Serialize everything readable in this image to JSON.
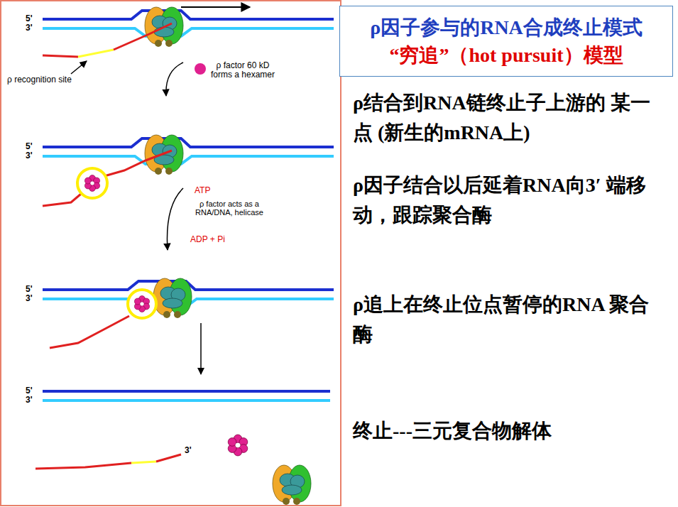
{
  "diagram": {
    "nodes": [
      {
        "text": [
          "ρ因子参与的RNA合成终止模式",
          "“穷追”（hot pursuit）模型"
        ]
      }
    ],
    "labels": [
      "5'",
      "3'",
      "ρ recognition site",
      "ρ factor 60 kD forms a hexamer",
      "5'",
      "3'",
      "ATP",
      "ρ factor acts as a RNA/DNA, helicase",
      "ADP + Pi",
      "5'",
      "3'",
      "5'",
      "3'",
      "3'",
      "ρ结合到RNA链终止子上游的 某一点 (新生的mRNA上)",
      "ρ因子结合以后延着RNA向3′ 端移动，跟踪聚合酶",
      "ρ追上在终止位点暂停的RNA 聚合酶",
      "终止---三元复合物解体"
    ]
  }
}
